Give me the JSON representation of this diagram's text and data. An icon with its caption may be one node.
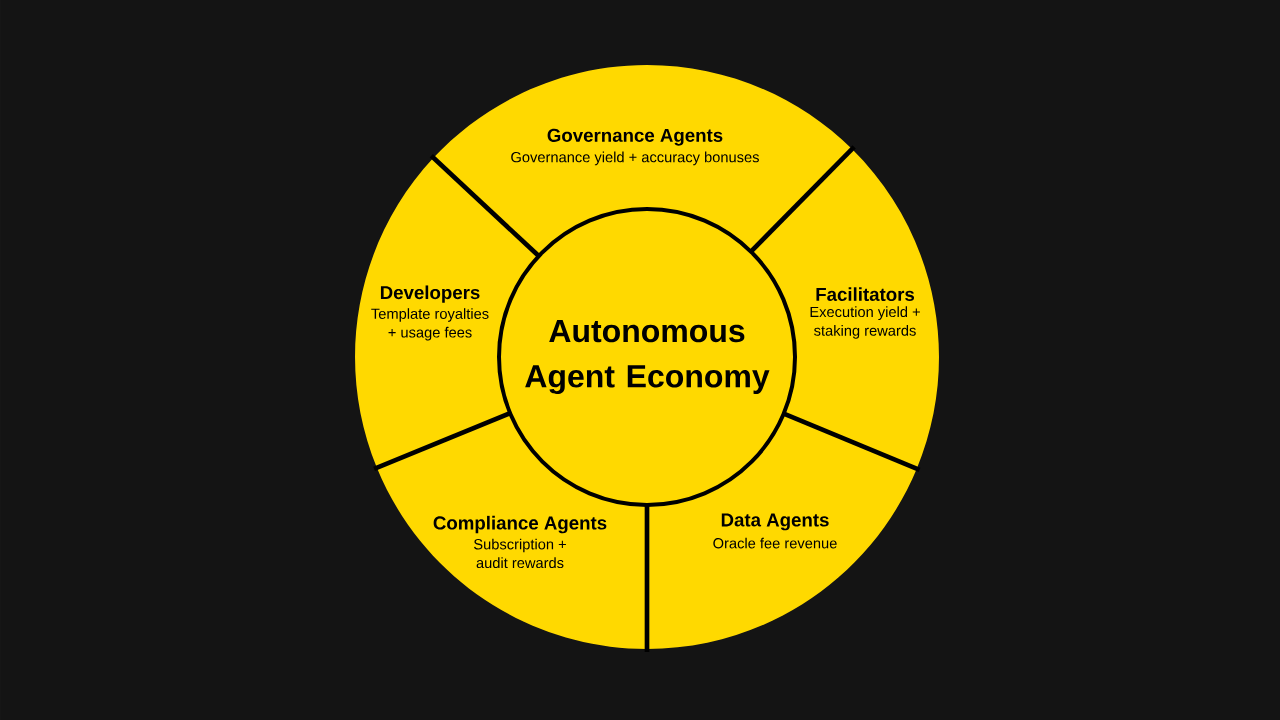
{
  "diagram": {
    "nodes": [
      {
        "text": [
          "Governance Agents",
          "Governance yield + accuracy bonuses"
        ]
      },
      {
        "text": [
          "Developers",
          "Template royalties + usage fees"
        ]
      },
      {
        "text": [
          "Autonomous Agent Economy"
        ]
      },
      {
        "text": [
          "Facilitators",
          "Execution yield + staking rewards"
        ]
      },
      {
        "text": [
          "Compliance Agents",
          "Subscription + audit rewards"
        ]
      },
      {
        "text": [
          "Data Agents",
          "Oracle fee revenue"
        ]
      }
    ]
  }
}
